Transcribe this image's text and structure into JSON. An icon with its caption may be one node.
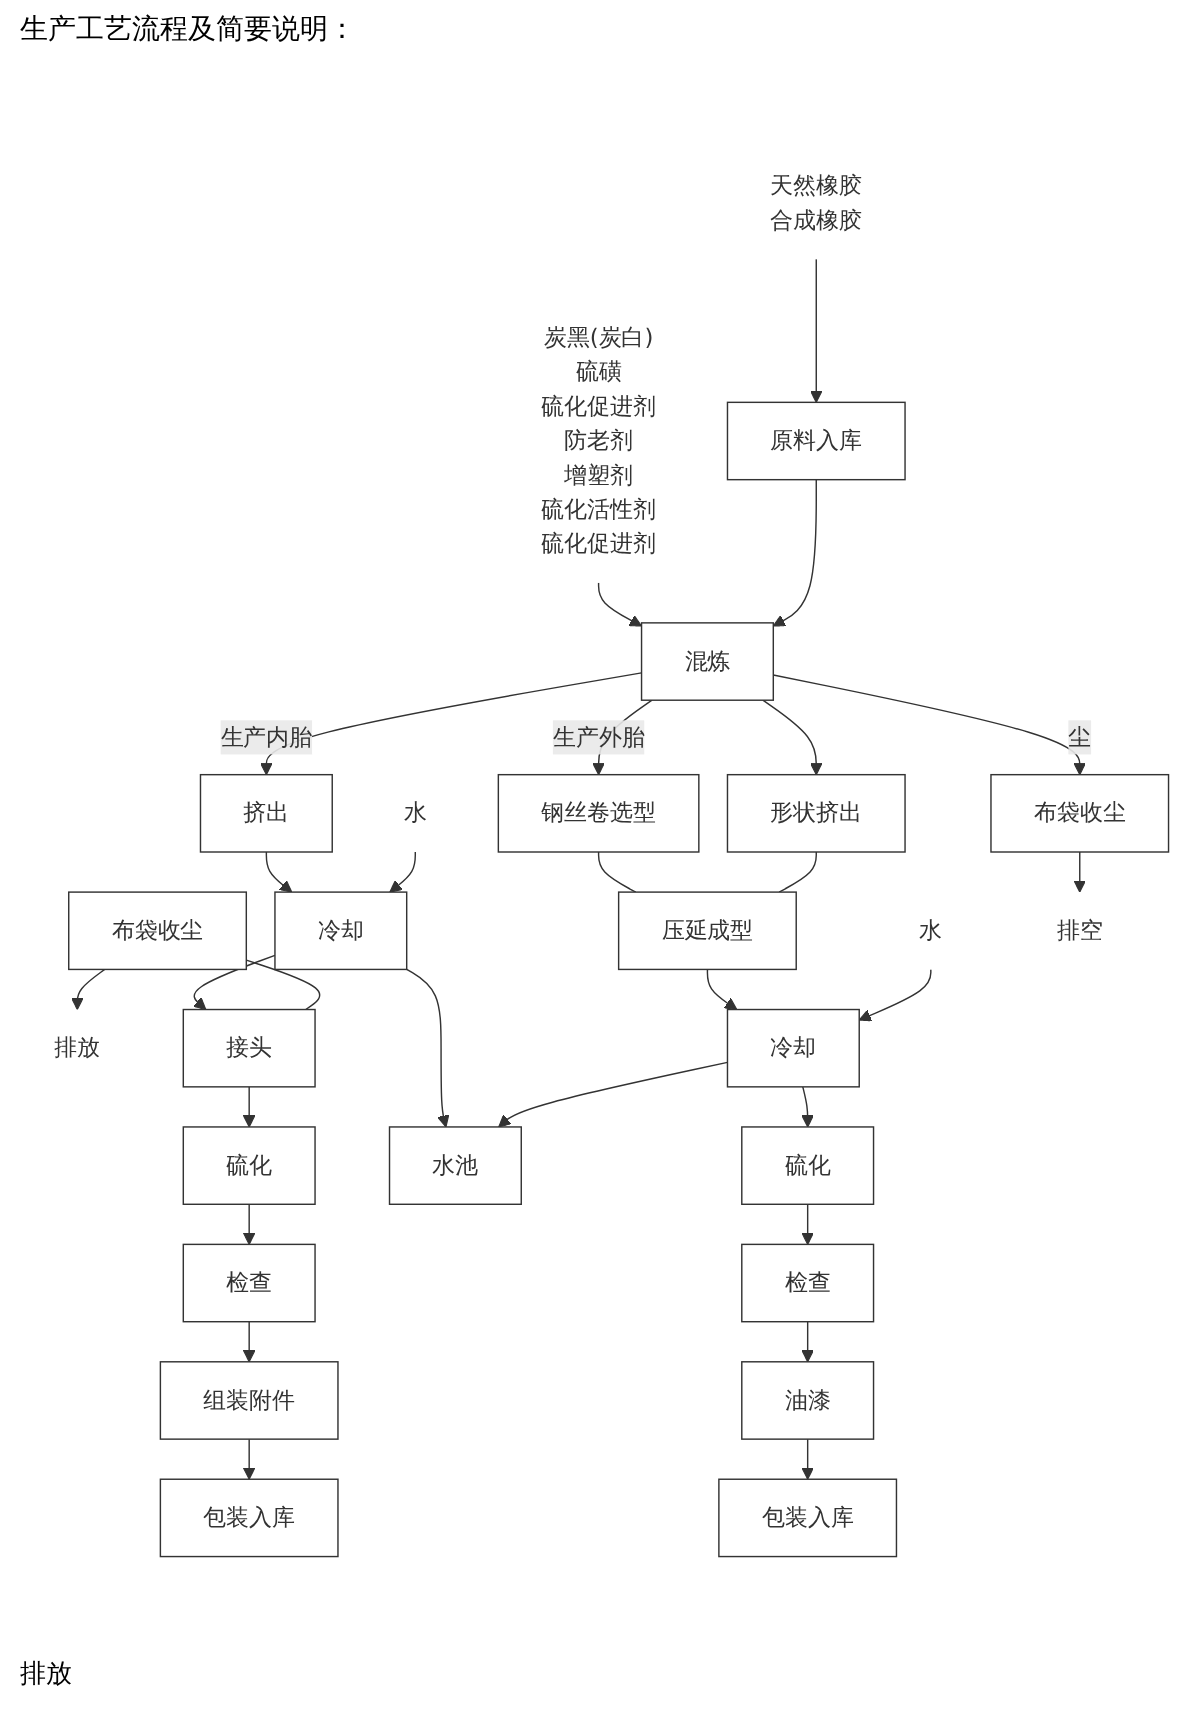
{
  "diagram": {
    "title": "生产工艺流程及简要说明：",
    "nodes": [
      {
        "text": [
          "原料入库"
        ]
      },
      {
        "text": [
          "天然橡胶",
          "合成橡胶"
        ]
      },
      {
        "text": [
          "炭黑(炭白)",
          "硫磺",
          "硫化促进剂",
          "防老剂",
          "增塑剂",
          "硫化活性剂",
          "硫化促进剂"
        ]
      },
      {
        "text": [
          "混炼"
        ]
      },
      {
        "text": [
          "布袋收尘"
        ]
      },
      {
        "text": [
          "排空"
        ]
      },
      {
        "text": [
          "挤出"
        ]
      },
      {
        "text": [
          "钢丝卷选型"
        ]
      },
      {
        "text": [
          "形状挤出"
        ]
      },
      {
        "text": [
          "水"
        ]
      },
      {
        "text": [
          "冷却"
        ]
      },
      {
        "text": [
          "压延成型"
        ]
      },
      {
        "text": [
          "水"
        ]
      },
      {
        "text": [
          "冷却"
        ]
      },
      {
        "text": [
          "布袋收尘"
        ]
      },
      {
        "text": [
          "排放"
        ]
      },
      {
        "text": [
          "接头"
        ]
      },
      {
        "text": [
          "水池"
        ]
      },
      {
        "text": [
          "硫化"
        ]
      },
      {
        "text": [
          "检查"
        ]
      },
      {
        "text": [
          "组装附件"
        ]
      },
      {
        "text": [
          "包装入库"
        ]
      },
      {
        "text": [
          "硫化"
        ]
      },
      {
        "text": [
          "检查"
        ]
      },
      {
        "text": [
          "油漆"
        ]
      },
      {
        "text": [
          "包装入库"
        ]
      }
    ],
    "edges": [
      {
        "from": 1,
        "to": 0,
        "arrow": "to"
      },
      {
        "from": 2,
        "to": 3,
        "arrow": "to"
      },
      {
        "from": 0,
        "to": 3,
        "arrow": "to"
      },
      {
        "from": 3,
        "to": 4,
        "arrow": "to",
        "label": "尘"
      },
      {
        "from": 4,
        "to": 5,
        "arrow": "to"
      },
      {
        "from": 3,
        "to": 6,
        "arrow": "to",
        "label": "生产内胎"
      },
      {
        "from": 3,
        "to": 7,
        "arrow": "to",
        "label": "生产外胎"
      },
      {
        "from": 3,
        "to": 8,
        "arrow": "to"
      },
      {
        "from": 6,
        "to": 10,
        "arrow": "to"
      },
      {
        "from": 9,
        "to": 10,
        "arrow": "to"
      },
      {
        "from": 7,
        "to": 11,
        "arrow": "none"
      },
      {
        "from": 8,
        "to": 11,
        "arrow": "none"
      },
      {
        "from": 11,
        "to": 13,
        "arrow": "to"
      },
      {
        "from": 12,
        "to": 13,
        "arrow": "to"
      },
      {
        "from": 10,
        "to": 16,
        "arrow": "to"
      },
      {
        "from": 10,
        "to": 17,
        "arrow": "to"
      },
      {
        "from": 14,
        "to": 16,
        "arrow": "none"
      },
      {
        "from": 14,
        "to": 15,
        "arrow": "to"
      },
      {
        "from": 13,
        "to": 17,
        "arrow": "to"
      },
      {
        "from": 13,
        "to": 22,
        "arrow": "to"
      },
      {
        "from": 16,
        "to": 18,
        "arrow": "to"
      },
      {
        "from": 18,
        "to": 19,
        "arrow": "to"
      },
      {
        "from": 19,
        "to": 20,
        "arrow": "to"
      },
      {
        "from": 20,
        "to": 21,
        "arrow": "to"
      },
      {
        "from": 22,
        "to": 23,
        "arrow": "to"
      },
      {
        "from": 23,
        "to": 24,
        "arrow": "to"
      },
      {
        "from": 24,
        "to": 25,
        "arrow": "to"
      }
    ],
    "labels": [
      "排放"
    ]
  }
}
